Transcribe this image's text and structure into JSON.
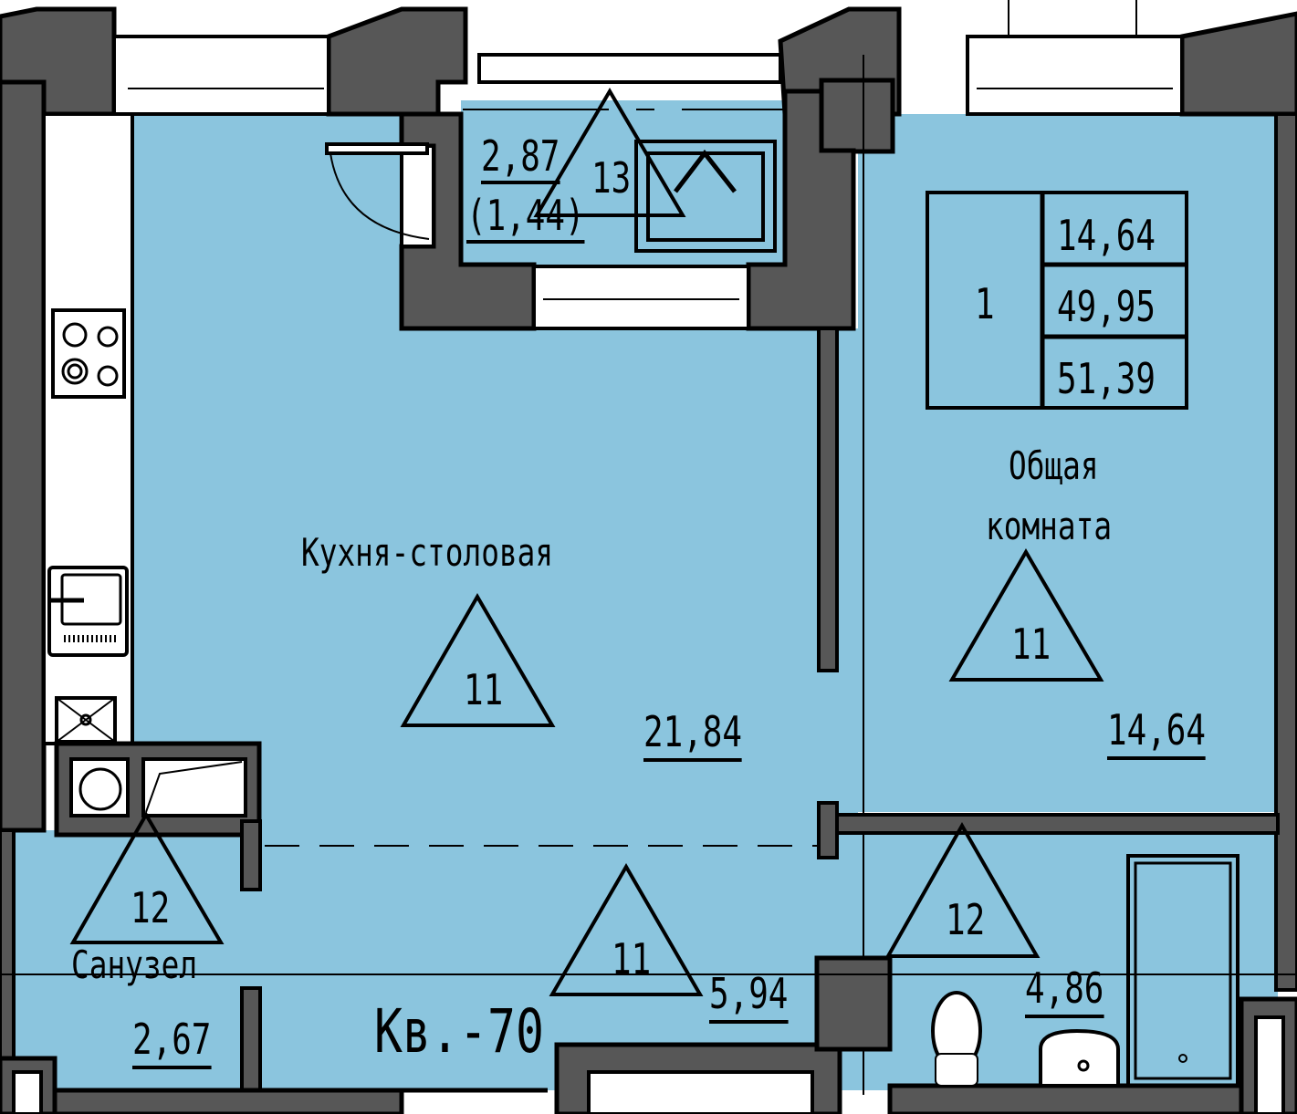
{
  "plan": {
    "apartment_label": "Кв.-70",
    "colors": {
      "room_fill": "#8bc5de",
      "wall_fill": "#575757",
      "line": "#000000",
      "background": "#ffffff"
    }
  },
  "summary_table": {
    "rooms_count": "1",
    "living_area": "14,64",
    "total_area": "49,95",
    "total_area_with_balcony": "51,39"
  },
  "rooms": {
    "kitchen": {
      "name": "Кухня-столовая",
      "finish_code": "11",
      "area": "21,84"
    },
    "living": {
      "name_line1": "Общая",
      "name_line2": "комната",
      "finish_code": "11",
      "area": "14,64"
    },
    "balcony": {
      "finish_code": "13",
      "area": "2,87",
      "area_reduced": "(1,44)"
    },
    "wc": {
      "name": "Санузел",
      "finish_code": "12",
      "area": "2,67"
    },
    "hall": {
      "finish_code": "11",
      "area": "5,94"
    },
    "bathroom": {
      "finish_code": "12",
      "area": "4,86"
    }
  }
}
